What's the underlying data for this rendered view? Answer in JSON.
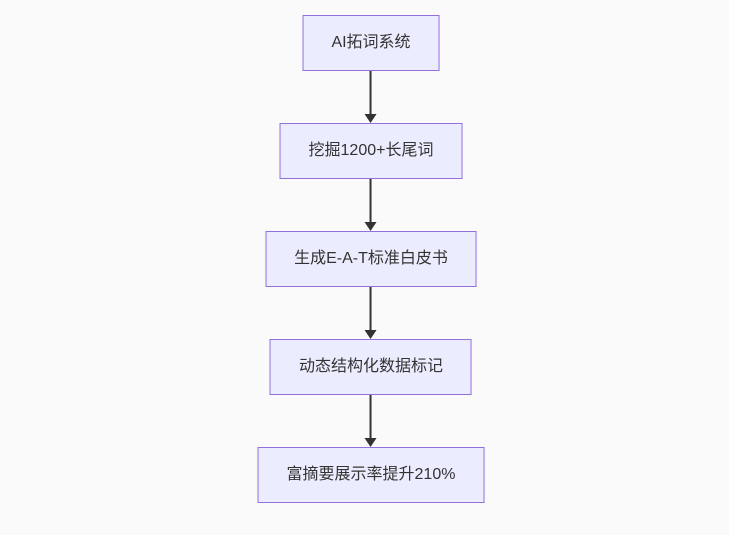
{
  "diagram": {
    "type": "flowchart-top-down",
    "nodes": [
      {
        "id": "n1",
        "label": "AI拓词系统"
      },
      {
        "id": "n2",
        "label": "挖掘1200+长尾词"
      },
      {
        "id": "n3",
        "label": "生成E-A-T标准白皮书"
      },
      {
        "id": "n4",
        "label": "动态结构化数据标记"
      },
      {
        "id": "n5",
        "label": "富摘要展示率提升210%"
      }
    ],
    "edges": [
      {
        "from": "n1",
        "to": "n2"
      },
      {
        "from": "n2",
        "to": "n3"
      },
      {
        "from": "n3",
        "to": "n4"
      },
      {
        "from": "n4",
        "to": "n5"
      }
    ],
    "colors": {
      "background": "#fafafa",
      "node_fill": "#ececff",
      "node_border": "#9370db",
      "arrow": "#333333",
      "text": "#333333"
    }
  }
}
